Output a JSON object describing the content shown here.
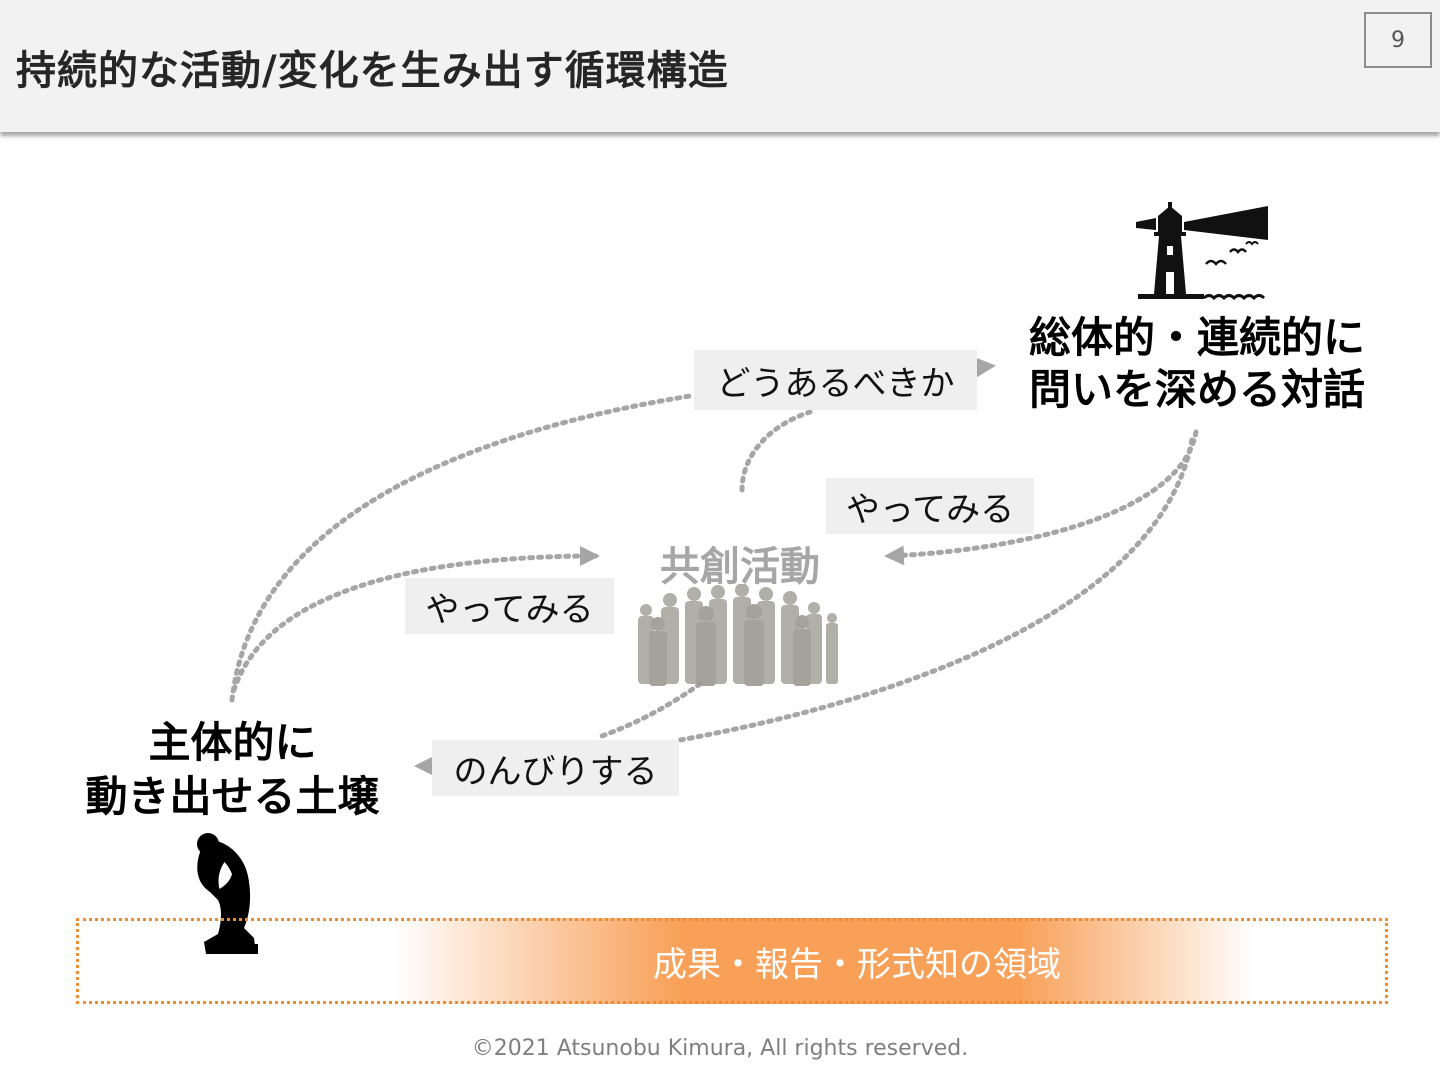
{
  "header": {
    "title": "持続的な活動/変化を生み出す循環構造",
    "page_number": "9"
  },
  "nodes": {
    "dialogue": {
      "line1": "総体的・連続的に",
      "line2": "問いを深める対話",
      "icon": "lighthouse-icon"
    },
    "cocreation": {
      "label": "共創活動",
      "icon": "crowd-icon"
    },
    "foundation": {
      "line1": "主体的に",
      "line2": "動き出せる土壌",
      "icon": "thinker-icon"
    }
  },
  "edges": {
    "how_it_should_be": "どうあるべきか",
    "try_it_right": "やってみる",
    "try_it_left": "やってみる",
    "relax": "のんびりする"
  },
  "realm": {
    "label": "成果・報告・形式知の領域"
  },
  "footer": {
    "copyright": "©2021 Atsunobu Kimura, All rights reserved."
  },
  "colors": {
    "header_bg": "#f2f2f2",
    "arrow": "#a6a6a6",
    "label_bg": "#efefef",
    "cocreation_text": "#a6a6a6",
    "realm_accent": "#f79646"
  }
}
